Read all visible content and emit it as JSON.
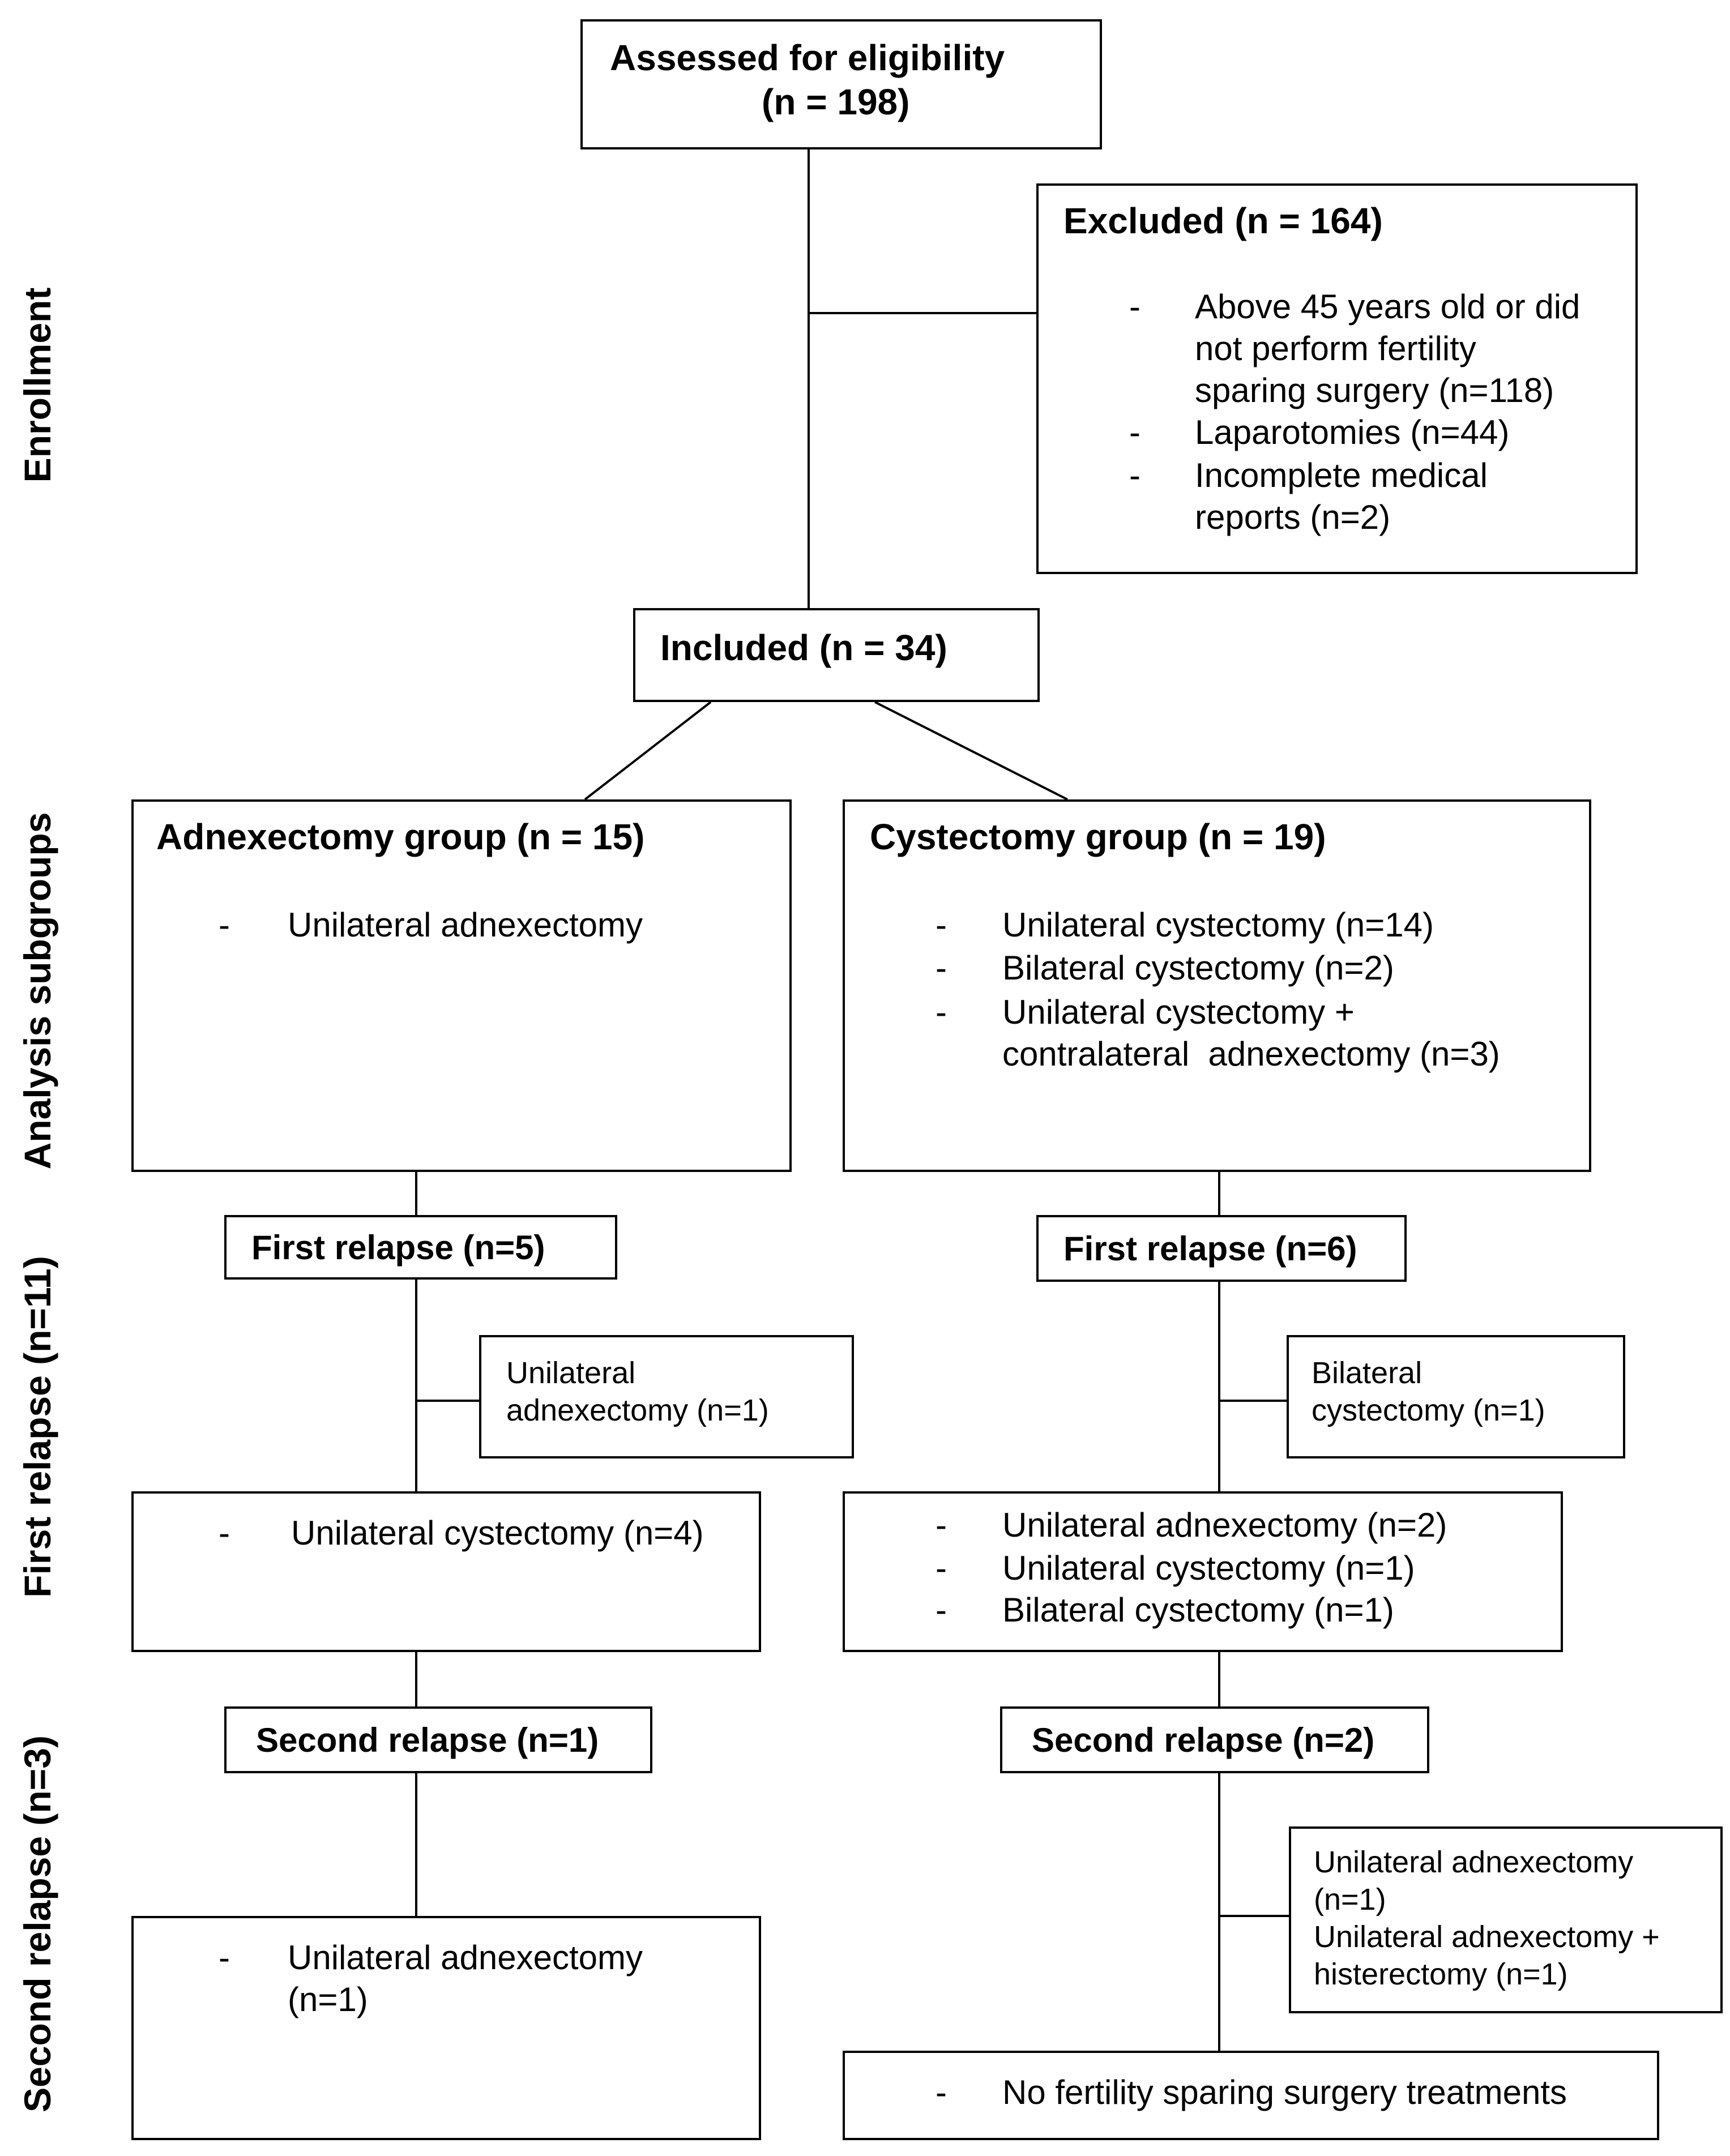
{
  "side_labels": {
    "enrollment": "Enrollment",
    "analysis": "Analysis subgroups",
    "first_relapse": "First relapse (n=11)",
    "second_relapse": "Second relapse (n=3)"
  },
  "assessed": {
    "line1": "Assessed for eligibility",
    "line2": "(n = 198)"
  },
  "excluded": {
    "title": "Excluded (n = 164)",
    "items": [
      [
        "Above 45 years old or did",
        "not perform fertility",
        "sparing surgery (n=118)"
      ],
      [
        "Laparotomies (n=44)"
      ],
      [
        "Incomplete medical",
        "reports (n=2)"
      ]
    ]
  },
  "included": {
    "title": "Included (n = 34)"
  },
  "adnex_group": {
    "title": "Adnexectomy group (n = 15)",
    "items": [
      "Unilateral adnexectomy"
    ]
  },
  "cyst_group": {
    "title": "Cystectomy group (n = 19)",
    "items": [
      [
        "Unilateral cystectomy (n=14)"
      ],
      [
        "Bilateral cystectomy (n=2)"
      ],
      [
        "Unilateral cystectomy +",
        "contralateral  adnexectomy (n=3)"
      ]
    ]
  },
  "left_first_relapse": {
    "title": "First relapse (n=5)",
    "side": [
      "Unilateral",
      "adnexectomy (n=1)"
    ],
    "items": [
      "Unilateral cystectomy (n=4)"
    ]
  },
  "right_first_relapse": {
    "title": "First relapse (n=6)",
    "side": [
      "Bilateral",
      "cystectomy (n=1)"
    ],
    "items": [
      "Unilateral adnexectomy (n=2)",
      "Unilateral cystectomy (n=1)",
      "Bilateral cystectomy (n=1)"
    ]
  },
  "left_second_relapse": {
    "title": "Second relapse (n=1)",
    "items": [
      [
        "Unilateral adnexectomy",
        "(n=1)"
      ]
    ]
  },
  "right_second_relapse": {
    "title": "Second relapse (n=2)",
    "side": [
      "Unilateral adnexectomy",
      "(n=1)",
      "Unilateral adnexectomy +",
      "histerectomy (n=1)"
    ],
    "items": [
      "No fertility sparing surgery treatments"
    ]
  },
  "dash": "-"
}
